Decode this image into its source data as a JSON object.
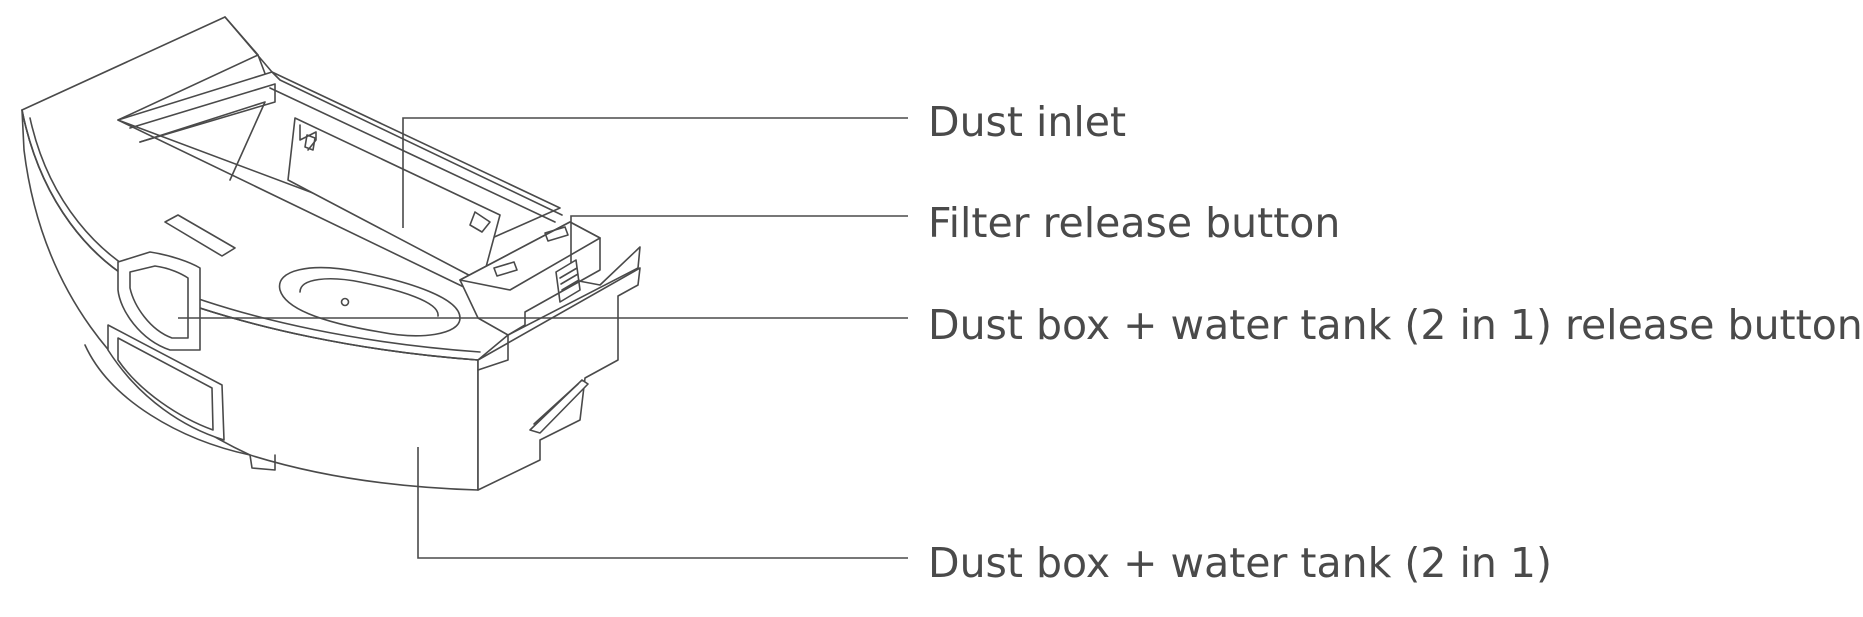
{
  "diagram": {
    "line_color": "#4a4a4a",
    "background": "#ffffff",
    "callouts": [
      {
        "id": "dust-inlet",
        "label": "Dust inlet"
      },
      {
        "id": "filter-release-button",
        "label": "Filter release button"
      },
      {
        "id": "dust-box-release-button",
        "label": "Dust box + water tank (2 in 1) release button"
      },
      {
        "id": "dust-box-water-tank",
        "label": "Dust box + water tank (2 in 1)"
      }
    ]
  }
}
